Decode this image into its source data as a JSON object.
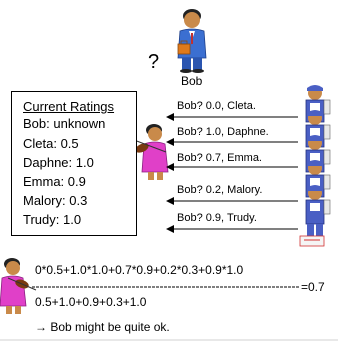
{
  "question_mark": "?",
  "subject": {
    "name": "Bob"
  },
  "ratings_box": {
    "title": "Current Ratings",
    "rows": [
      "Bob: unknown",
      "Cleta: 0.5",
      "Daphne: 1.0",
      "Emma: 0.9",
      "Malory: 0.3",
      "Trudy: 1.0"
    ]
  },
  "messages": [
    "Bob? 0.0, Cleta.",
    "Bob? 1.0, Daphne.",
    "Bob? 0.7, Emma.",
    "Bob? 0.2, Malory.",
    "Bob? 0.9, Trudy."
  ],
  "computation": {
    "numerator": "0*0.5+1.0*1.0+0.7*0.9+0.2*0.3+0.9*1.0",
    "result": "=0.7",
    "denominator": "0.5+1.0+0.9+0.3+1.0",
    "conclusion": "→ Bob might be quite ok."
  },
  "colors": {
    "suit_blue": "#3b6fd1",
    "skin": "#c98a4a",
    "hair": "#222222",
    "violinist_dress": "#e040c8",
    "worker_overall": "#4a5fc4",
    "briefcase": "#e07a1a"
  }
}
